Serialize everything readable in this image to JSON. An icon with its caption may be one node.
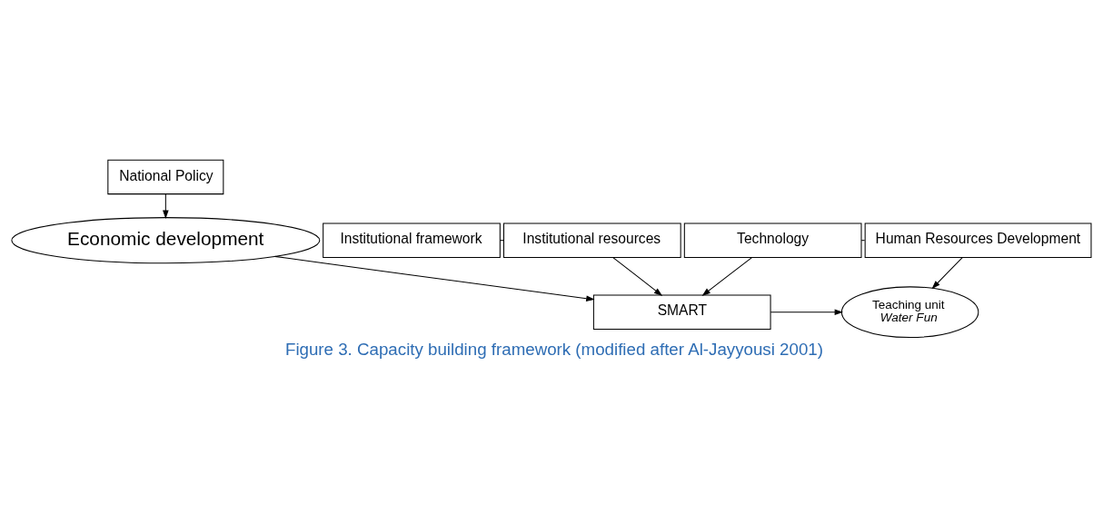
{
  "diagram": {
    "caption": "Figure 3. Capacity building framework (modified after Al-Jayyousi 2001)",
    "nodes": [
      {
        "text": [
          "National Policy"
        ]
      },
      {
        "text": [
          "Economic development"
        ]
      },
      {
        "text": [
          "Institutional framework"
        ]
      },
      {
        "text": [
          "Institutional resources"
        ]
      },
      {
        "text": [
          "Technology"
        ]
      },
      {
        "text": [
          "Human Resources Development"
        ]
      },
      {
        "text": [
          "SMART"
        ]
      },
      {
        "text": [
          "Teaching unit",
          "Water Fun"
        ]
      }
    ],
    "edges": [
      {
        "from": 0,
        "to": 1,
        "arrow": "to"
      },
      {
        "from": 1,
        "to": 6,
        "arrow": "to"
      },
      {
        "from": 2,
        "to": 3,
        "arrow": "none"
      },
      {
        "from": 3,
        "to": 6,
        "arrow": "to"
      },
      {
        "from": 4,
        "to": 6,
        "arrow": "to"
      },
      {
        "from": 4,
        "to": 5,
        "arrow": "none"
      },
      {
        "from": 5,
        "to": 7,
        "arrow": "to"
      },
      {
        "from": 6,
        "to": 7,
        "arrow": "to"
      }
    ]
  }
}
